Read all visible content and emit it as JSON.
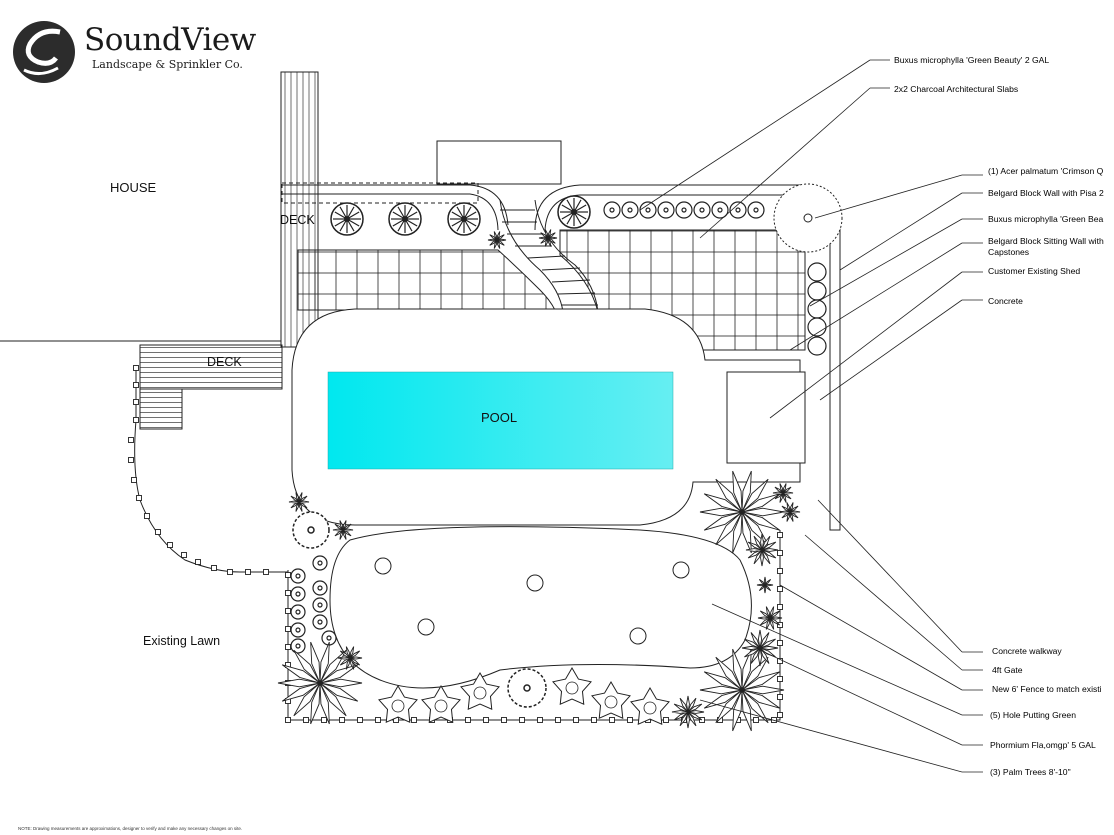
{
  "brand": {
    "name": "SoundView",
    "subtitle": "Landscape & Sprinkler Co."
  },
  "areas": {
    "house": "HOUSE",
    "deck_upper": "DECK",
    "deck_lower": "DECK",
    "pool": "POOL",
    "lawn": "Existing Lawn"
  },
  "callouts": [
    "Buxus microphylla 'Green Beauty' 2 GAL",
    "2x2 Charcoal Architectural Slabs",
    "(1) Acer palmatum 'Crimson Q",
    "Belgard Block Wall with Pisa 2",
    "Buxus microphylla 'Green Bea",
    "Belgard Block Sitting Wall with",
    "Capstones",
    "Customer Existing  Shed",
    "Concrete",
    "Concrete walkway",
    "4ft Gate",
    "New 6' Fence to match existi",
    "(5) Hole Putting Green",
    "Phormium Fla,omgp' 5 GAL",
    "(3) Palm Trees 8'-10\""
  ],
  "note": "NOTE: Drawing measurements are approximations, designer to verify and make any necessary changes on site.",
  "colors": {
    "pool_fill_start": "#00e6ee",
    "pool_fill_end": "#6af0f2",
    "line": "#111111"
  }
}
